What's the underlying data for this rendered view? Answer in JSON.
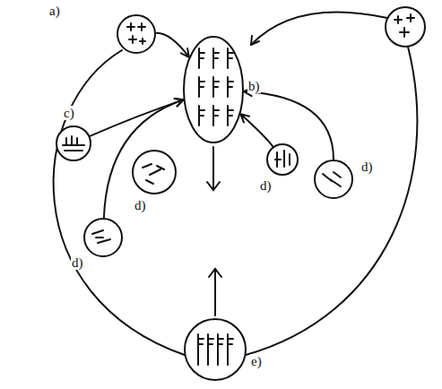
{
  "diagram": {
    "nodes": [
      {
        "text": [
          "a)"
        ]
      },
      {
        "text": [
          "b)"
        ]
      },
      {
        "text": [
          "c)"
        ]
      },
      {
        "text": [
          "d)"
        ]
      },
      {
        "text": [
          "d)"
        ]
      },
      {
        "text": [
          "d)"
        ]
      },
      {
        "text": [
          "d)"
        ]
      },
      {
        "text": [
          "e)"
        ]
      }
    ],
    "edges": [
      {
        "from": 0,
        "to": 1,
        "arrow": "to"
      },
      {
        "from": 2,
        "to": 1,
        "arrow": "to"
      },
      {
        "from": 4,
        "to": 1,
        "arrow": "to"
      },
      {
        "from": 5,
        "to": 1,
        "arrow": "to"
      },
      {
        "from": 6,
        "to": 1,
        "arrow": "to"
      }
    ]
  }
}
